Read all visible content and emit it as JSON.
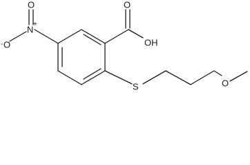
{
  "molecule": {
    "atoms": {
      "O_carbonyl": "O",
      "OH": "OH",
      "nitro_N": "N",
      "nitro_charge_N": "+",
      "nitro_O_minus": "O",
      "nitro_charge_O": "-",
      "nitro_O_double": "O",
      "S": "S",
      "O_ether": "O"
    }
  }
}
